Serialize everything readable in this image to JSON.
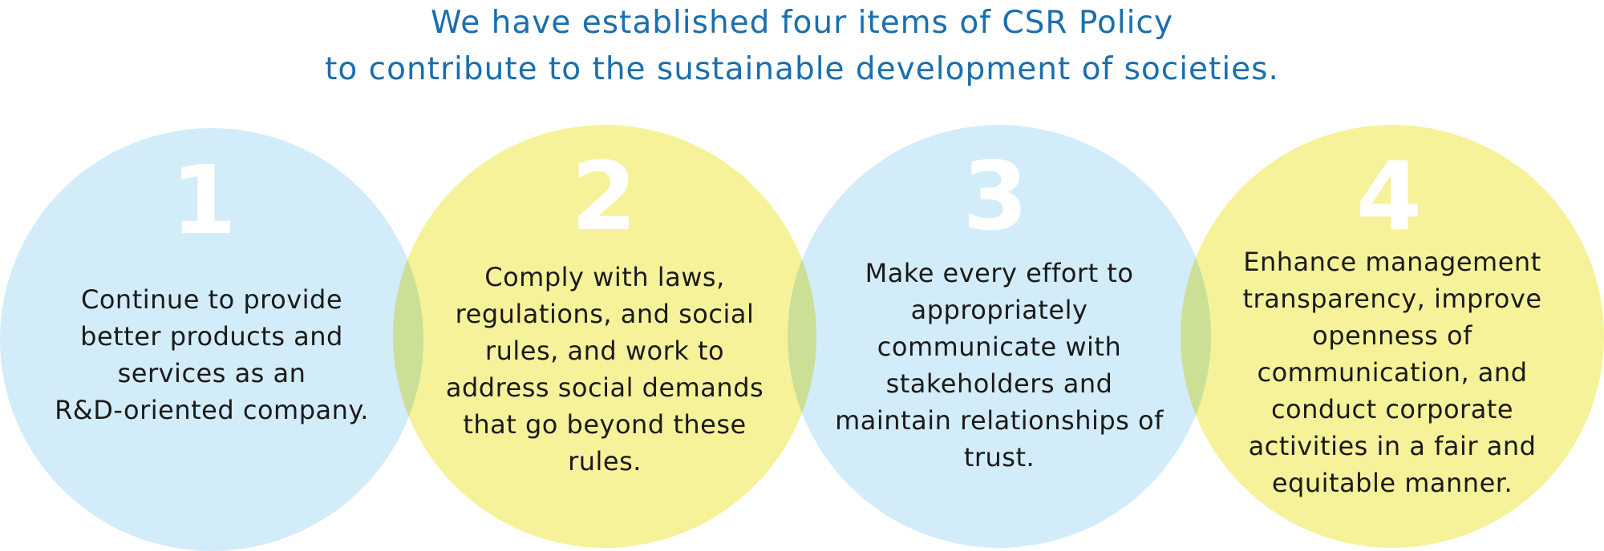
{
  "heading": {
    "line1": "We have established four items of CSR Policy",
    "line2": "to contribute to the sustainable development of societies."
  },
  "policies": [
    {
      "number": "1",
      "lines": [
        "Continue to provide",
        "better products and",
        "services as an",
        "R&D-oriented company."
      ]
    },
    {
      "number": "2",
      "lines": [
        "Comply with laws,",
        "regulations, and social",
        "rules, and work to",
        "address social demands",
        "that go beyond these",
        "rules."
      ]
    },
    {
      "number": "3",
      "lines": [
        "Make every effort to",
        "appropriately",
        "communicate with",
        "stakeholders and",
        "maintain relationships of",
        "trust."
      ]
    },
    {
      "number": "4",
      "lines": [
        "Enhance management",
        "transparency, improve",
        "openness of",
        "communication, and",
        "conduct corporate",
        "activities in a fair and",
        "equitable manner."
      ]
    }
  ],
  "colors": {
    "heading": "#1a6fae",
    "circle_blue": "#d3ecf9",
    "circle_yellow": "#f6f29a",
    "number": "#ffffff",
    "text": "#1a1a1a"
  }
}
